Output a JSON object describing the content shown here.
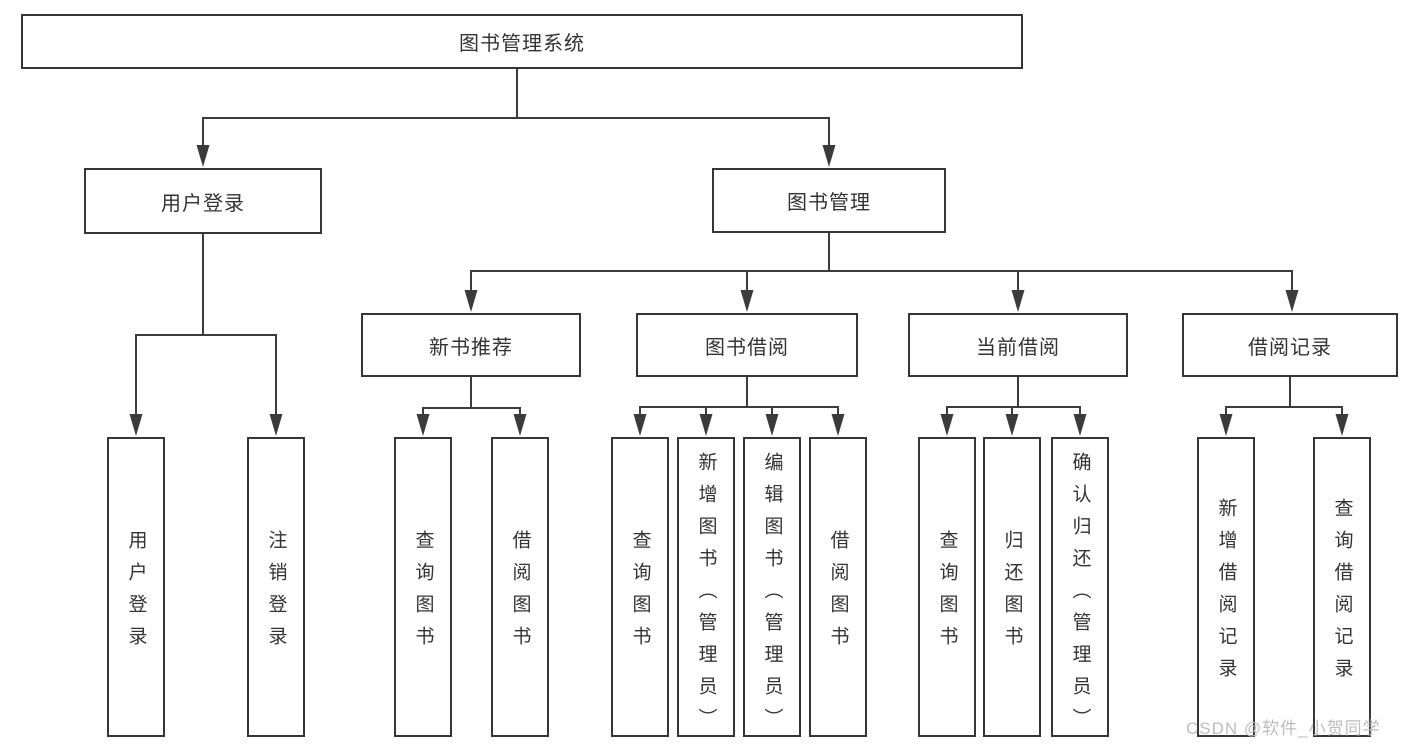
{
  "diagram": {
    "type": "org-tree",
    "root": {
      "label": "图书管理系统"
    },
    "branches": [
      {
        "label": "用户登录",
        "children": [
          {
            "label": "用户登录"
          },
          {
            "label": "注销登录"
          }
        ]
      },
      {
        "label": "图书管理",
        "children": [
          {
            "label": "新书推荐",
            "children": [
              {
                "label": "查询图书"
              },
              {
                "label": "借阅图书"
              }
            ]
          },
          {
            "label": "图书借阅",
            "children": [
              {
                "label": "查询图书"
              },
              {
                "label": "新增图书（管理员）"
              },
              {
                "label": "编辑图书（管理员）"
              },
              {
                "label": "借阅图书"
              }
            ]
          },
          {
            "label": "当前借阅",
            "children": [
              {
                "label": "查询图书"
              },
              {
                "label": "归还图书"
              },
              {
                "label": "确认归还（管理员）"
              }
            ]
          },
          {
            "label": "借阅记录",
            "children": [
              {
                "label": "新增借阅记录"
              },
              {
                "label": "查询借阅记录"
              }
            ]
          }
        ]
      }
    ]
  },
  "watermark": {
    "text": "CSDN @软件_小贺同学"
  },
  "colors": {
    "line": "#3b3b3b",
    "box_border": "#363636",
    "text": "#333333",
    "watermark": "#bdbdbd",
    "background": "#ffffff"
  }
}
